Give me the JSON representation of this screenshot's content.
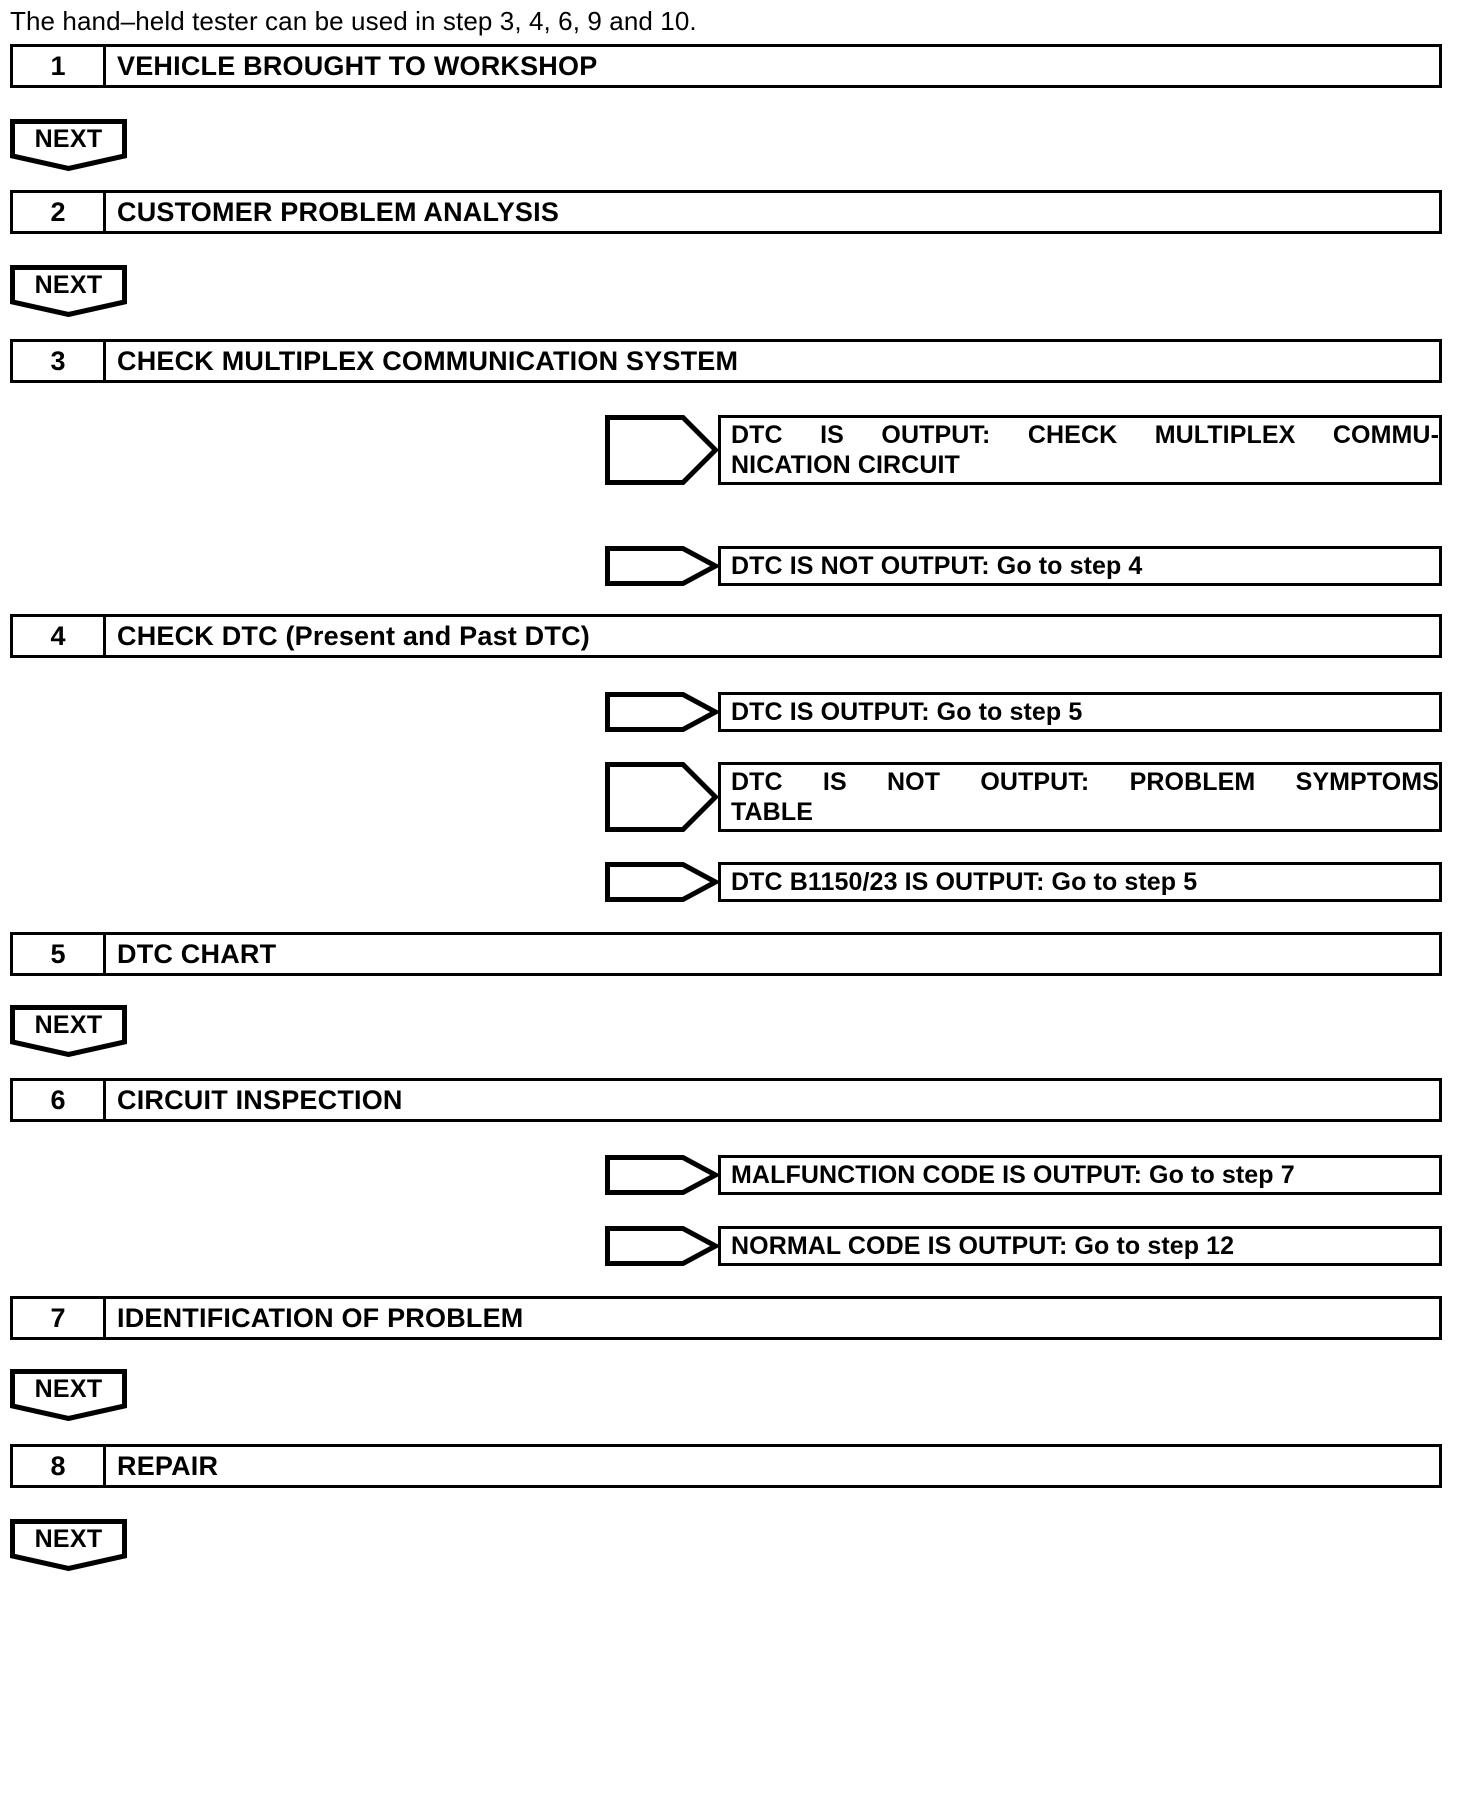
{
  "document": {
    "intro_note": "The hand–held tester can be used in step 3, 4, 6, 9 and 10.",
    "next_label": "NEXT",
    "accent_color": "#000000",
    "background_color": "#ffffff"
  },
  "steps": [
    {
      "number": "1",
      "title": "VEHICLE BROUGHT TO WORKSHOP"
    },
    {
      "number": "2",
      "title": "CUSTOMER PROBLEM ANALYSIS"
    },
    {
      "number": "3",
      "title": "CHECK MULTIPLEX COMMUNICATION SYSTEM"
    },
    {
      "number": "4",
      "title": "CHECK DTC (Present and Past DTC)"
    },
    {
      "number": "5",
      "title": "DTC CHART"
    },
    {
      "number": "6",
      "title": "CIRCUIT INSPECTION"
    },
    {
      "number": "7",
      "title": "IDENTIFICATION OF PROBLEM"
    },
    {
      "number": "8",
      "title": "REPAIR"
    }
  ],
  "branches": {
    "step3_a_line1": "DTC IS OUTPUT: CHECK MULTIPLEX COMMU-",
    "step3_a_line2": "NICATION CIRCUIT",
    "step3_b": "DTC IS NOT OUTPUT: Go to step 4",
    "step4_a": "DTC IS OUTPUT: Go to step 5",
    "step4_b_line1": "DTC IS NOT OUTPUT: PROBLEM SYMPTOMS",
    "step4_b_line2": "TABLE",
    "step4_c": "DTC B1150/23 IS OUTPUT: Go to step 5",
    "step6_a": "MALFUNCTION CODE IS OUTPUT: Go to step 7",
    "step6_b": "NORMAL CODE IS OUTPUT: Go to step 12"
  },
  "icons": {
    "next_banner": "down-pointing-banner-icon",
    "branch_arrow": "right-pointing-arrow-icon"
  }
}
